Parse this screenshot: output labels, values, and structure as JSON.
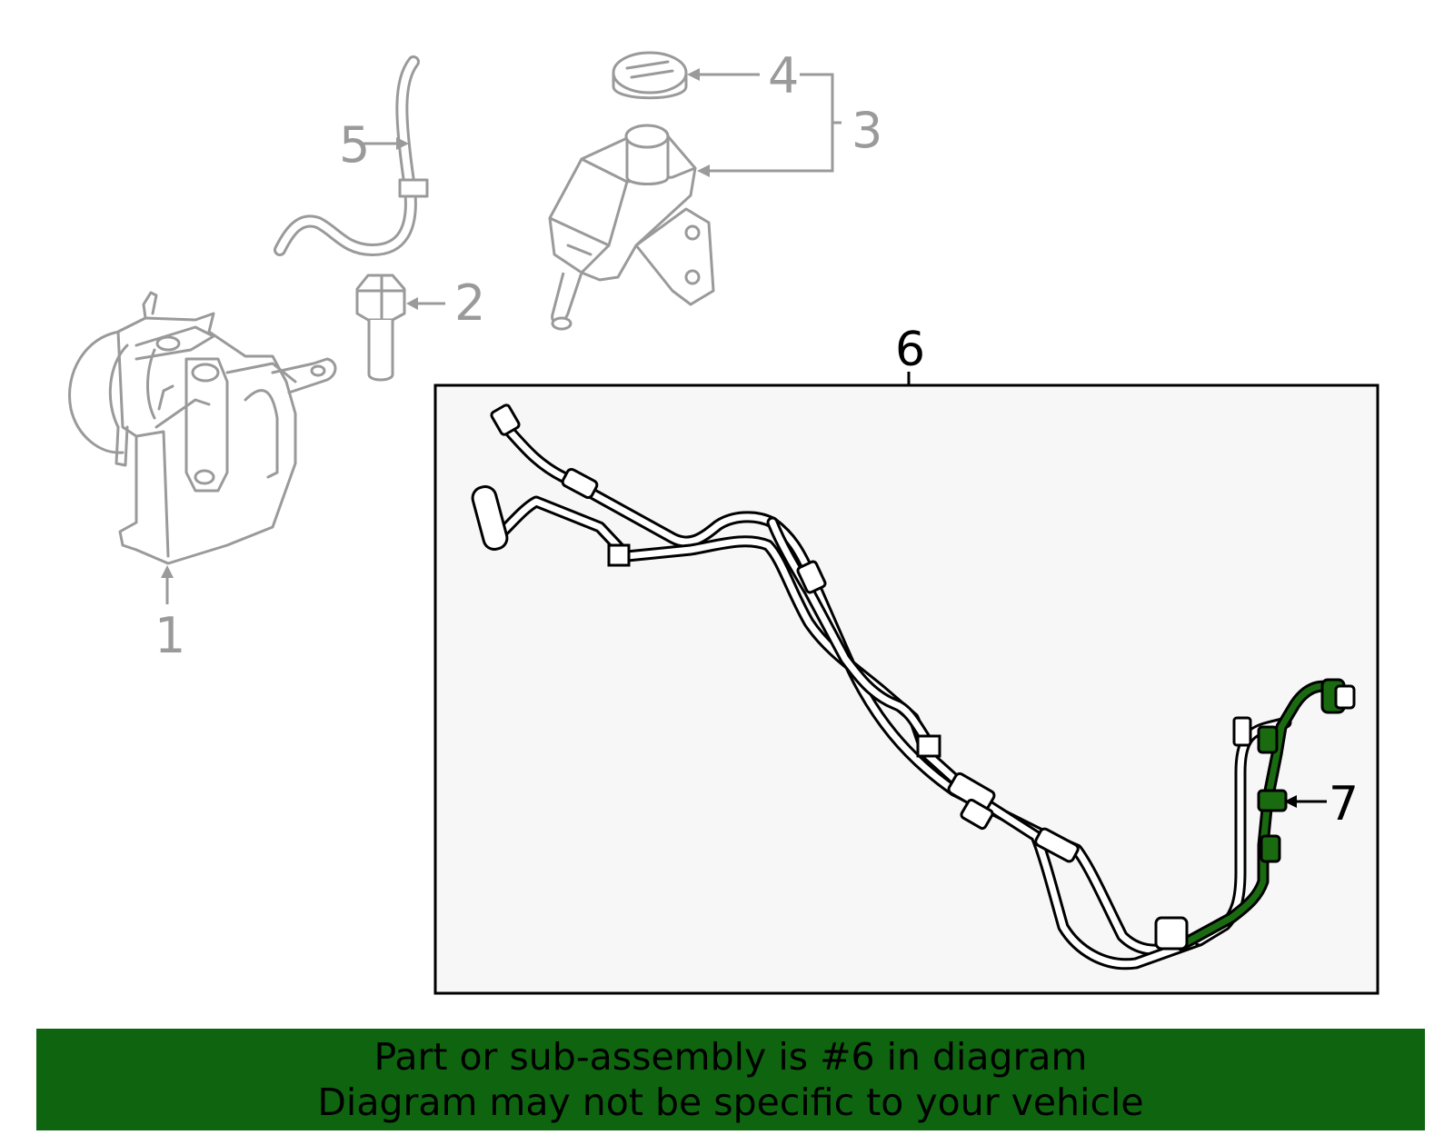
{
  "callouts": {
    "c1": "1",
    "c2": "2",
    "c3": "3",
    "c4": "4",
    "c5": "5",
    "c6": "6",
    "c7": "7"
  },
  "banner": {
    "line1": "Part or sub-assembly is #6 in diagram",
    "line2": "Diagram may not be specific to your vehicle"
  },
  "colors": {
    "highlight": "#1a6b10",
    "banner_bg": "#0f6410",
    "part_gray": "#9a9a9a",
    "panel_bg": "#f7f7f7"
  }
}
